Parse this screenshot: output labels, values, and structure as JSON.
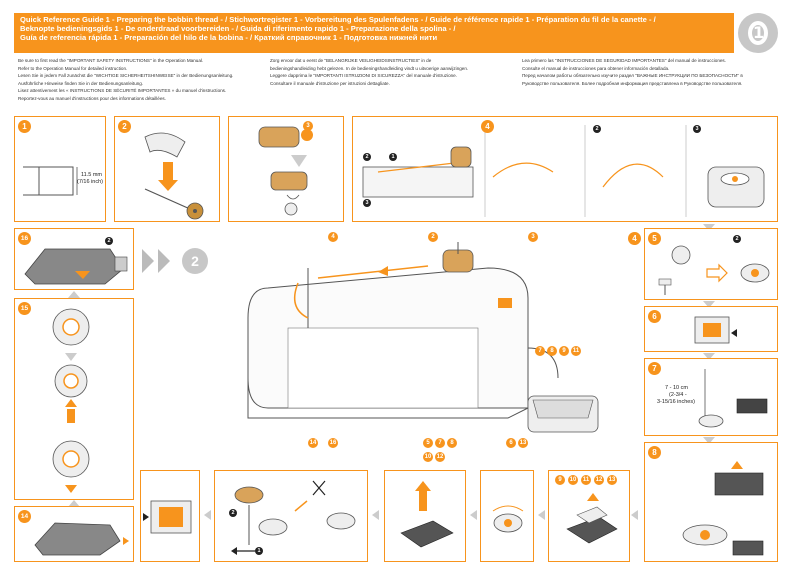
{
  "header": {
    "lines": [
      "Quick Reference Guide 1 - Preparing the bobbin thread - / Stichwortregister 1 - Vorbereitung des Spulenfadens - / Guide de référence rapide 1 - Préparation du fil de la canette - /",
      "Beknopte bedieningsgids 1 - De onderdraad voorbereiden - / Guida di riferimento rapido 1 - Preparazione della spolina - /",
      "Guía de referencia rápida 1 - Preparación del hilo de la bobina - / Краткий справочник 1 - Подготовка нижней нити"
    ]
  },
  "logo": {
    "number": "1"
  },
  "intro": {
    "col1": [
      "Be sure to first read the \"IMPORTANT SAFETY INSTRUCTIONS\" in the Operation Manual.",
      "Refer to the Operation Manual for detailed instruction.",
      "Lesen Sie in jedem Fall zunächst die \"WICHTIGE SICHERHEITSHINWEISE\" in der Bedienungsanleitung.",
      "Ausführliche Hinweise finden Sie in der Bedienungsanleitung.",
      "Lisez attentivement les « INSTRUCTIONS DE SÉCURITÉ IMPORTANTES » du manuel d'instructions.",
      "Reportez-vous au manuel d'instructions pour des informations détaillées."
    ],
    "col2": [
      "Zorg ervoor dat u eerst de \"BELANGRIJKE VEILIGHEIDSINSTRUCTIES\" in de",
      "bedieningshandleiding hebt gelezen. In de bedieningshandleiding vindt u uitvoerige aanwijzingen.",
      "Leggere dapprima le \"IMPORTANTI ISTRUZIONI DI SICUREZZA\" del manuale d'istruzione.",
      "Consultare il manuale d'istruzione per istruzioni dettagliate."
    ],
    "col3": [
      "Lea primero las \"INSTRUCCIONES DE SEGURIDAD IMPORTANTES\" del manual de instrucciones.",
      "Consulte el manual de instrucciones para obtener información detallada.",
      "Перед началом работы обязательно изучите раздел \"ВАЖНЫЕ ИНСТРУКЦИИ ПО БЕЗОПАСНОСТИ\" в",
      "Руководстве пользователя. Более подробная информация представлена в Руководстве пользователя."
    ]
  },
  "steps": {
    "s1": "1",
    "s2": "2",
    "s3": "3",
    "s4": "4",
    "s5": "5",
    "s6": "6",
    "s7": "7",
    "s8": "8",
    "s14": "14",
    "s15": "15",
    "s16": "16"
  },
  "panel1": {
    "measure": "11.5 mm",
    "measure_inch": "(7/16 inch)"
  },
  "panel7": {
    "measure": "7 - 10 cm",
    "measure_inch1": "(2-3/4 -",
    "measure_inch2": "3-15/16 inches)"
  },
  "machine": {
    "callouts_top": [
      "4",
      "2",
      "3"
    ],
    "callouts_pedal": [
      "7",
      "8",
      "9",
      "11"
    ],
    "callouts_bottom_a": [
      "14",
      "16"
    ],
    "callouts_bottom_b": [
      "5",
      "7",
      "8"
    ],
    "callouts_bottom_c": [
      "10",
      "12"
    ],
    "callouts_bottom_d": [
      "6",
      "13"
    ],
    "callout_right": "4"
  },
  "jump": {
    "number": "2"
  },
  "row_callouts": [
    "9",
    "10",
    "11",
    "12",
    "13"
  ],
  "minis": {
    "m1": "1",
    "m2": "2",
    "m3": "3"
  }
}
